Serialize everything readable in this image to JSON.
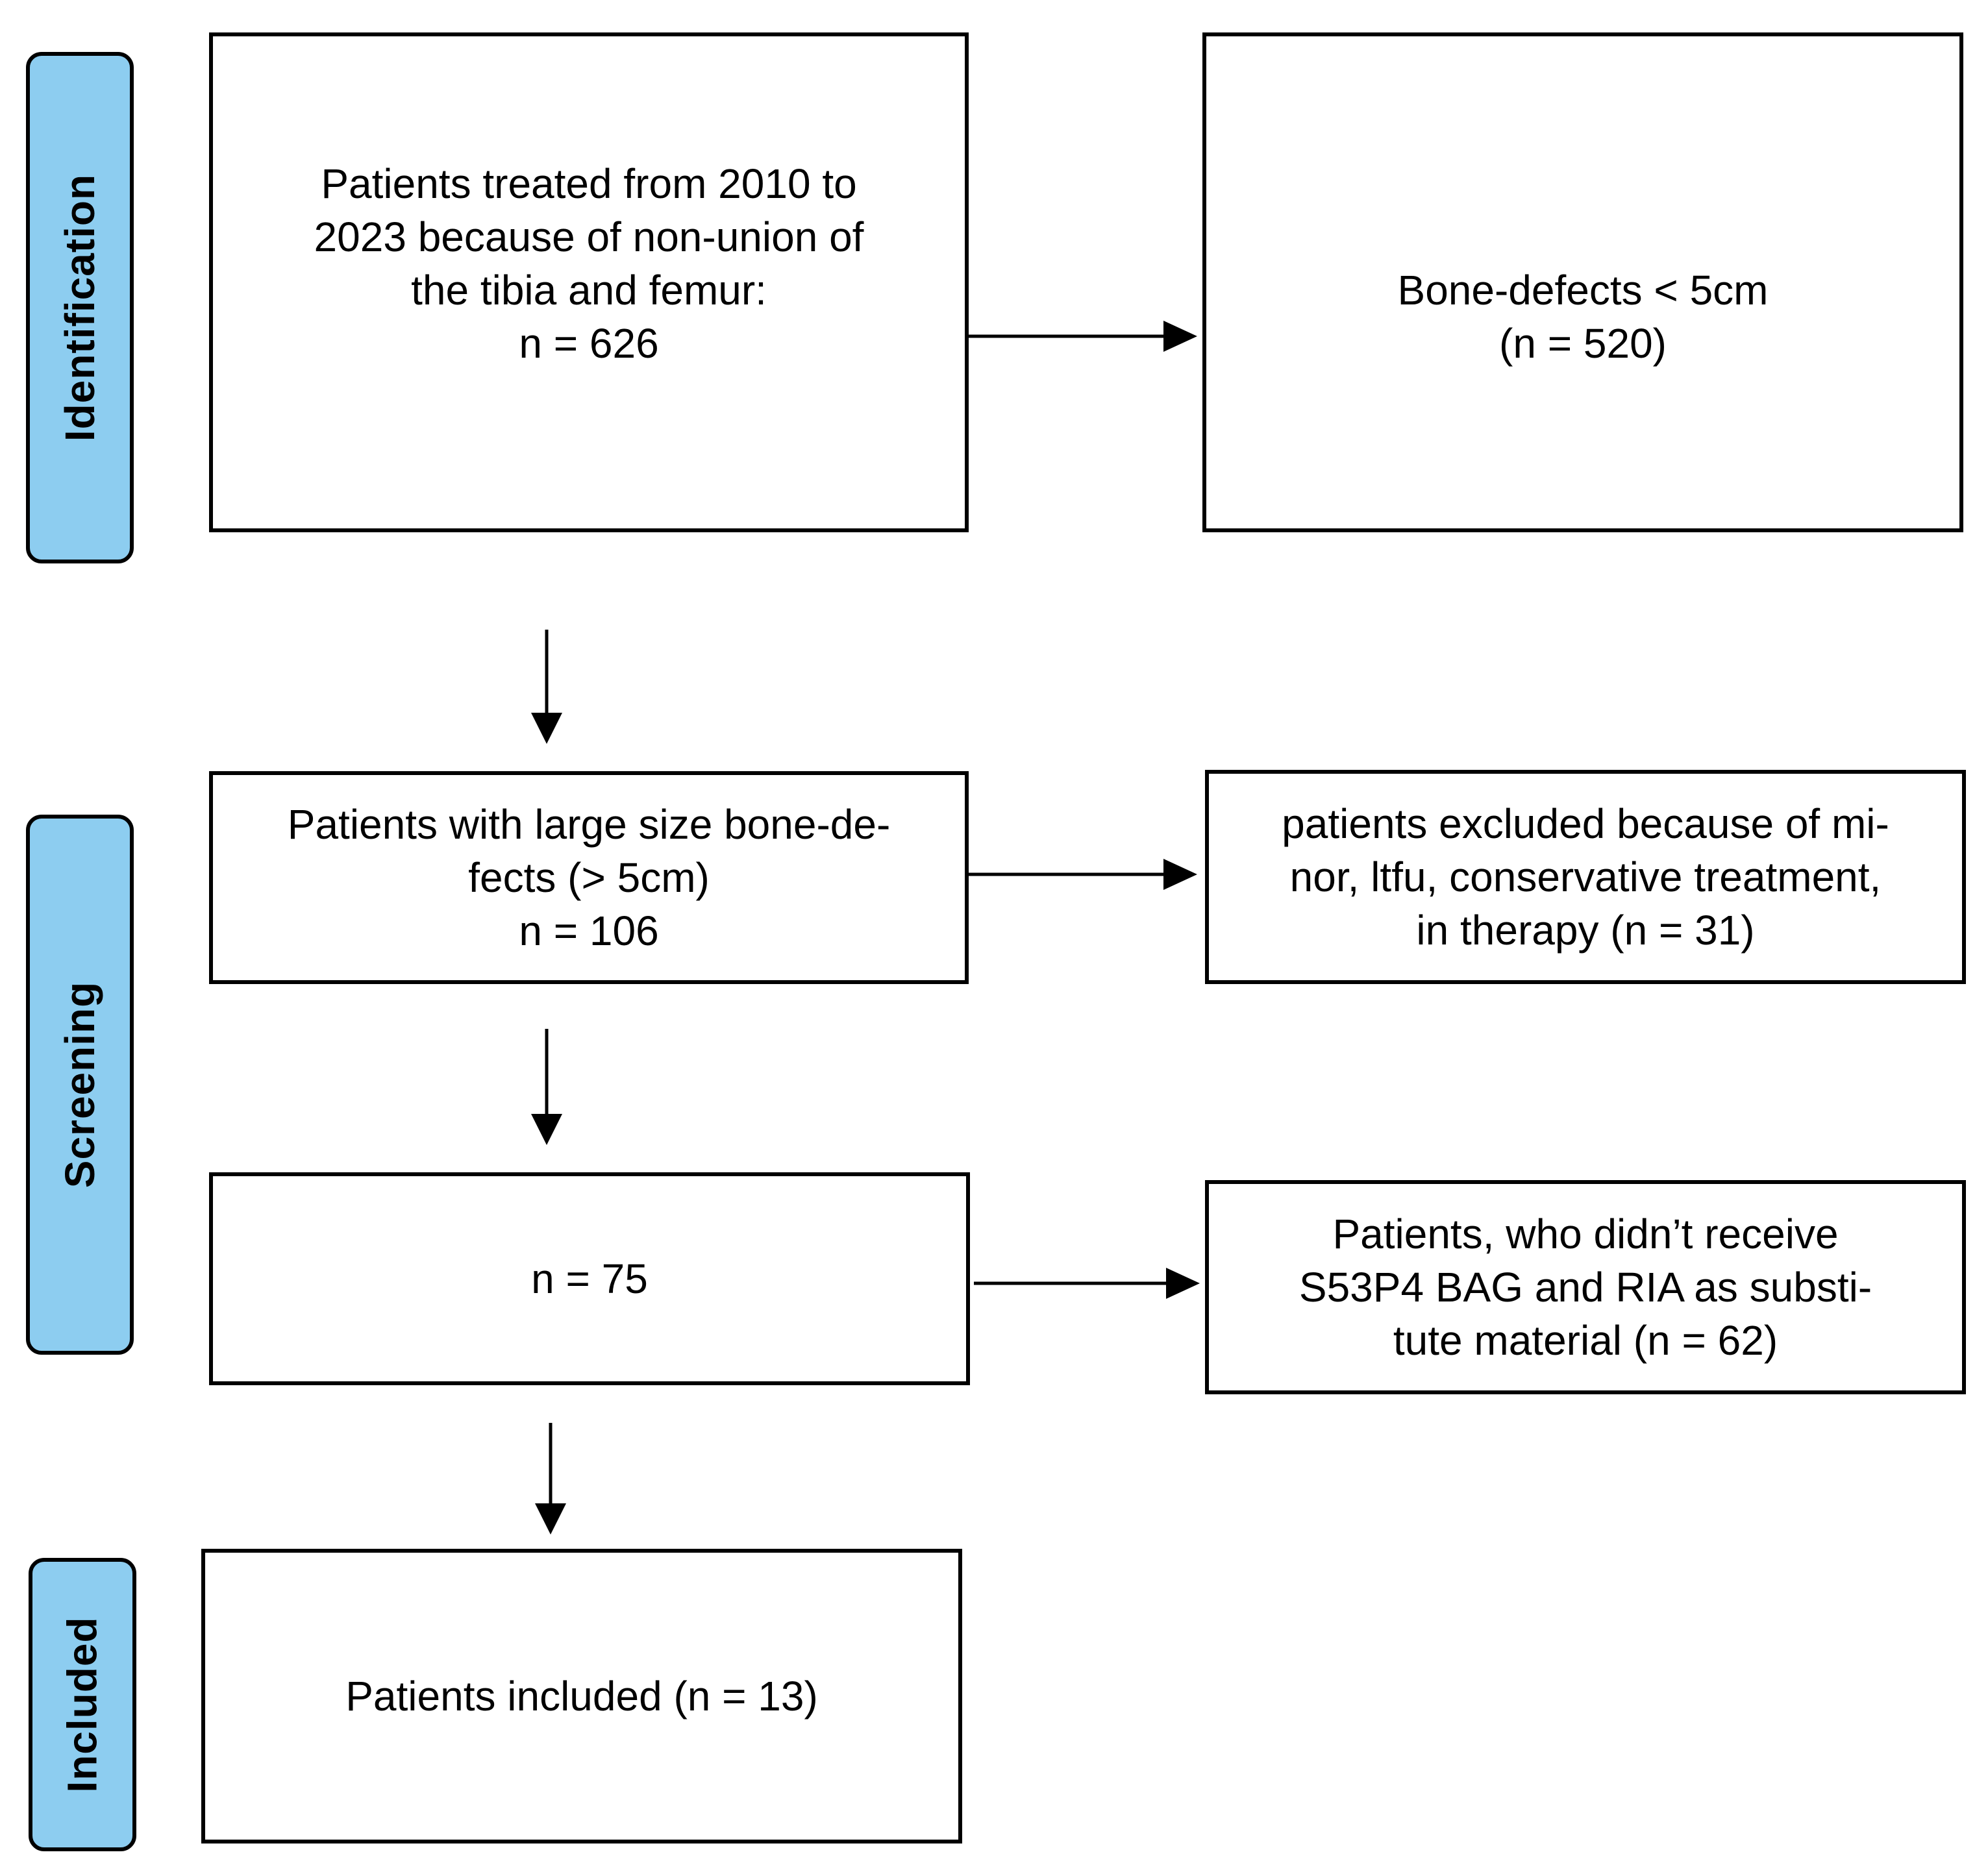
{
  "colors": {
    "stage_fill": "#8dcdf0",
    "border": "#000000",
    "background": "#ffffff"
  },
  "stages": [
    {
      "label": "Identification"
    },
    {
      "label": "Screening"
    },
    {
      "label": "Included"
    }
  ],
  "main_boxes": [
    {
      "text": "Patients treated from 2010 to\n2023 because of non-union of\nthe tibia and femur:\nn = 626"
    },
    {
      "text": "Patients with large size bone-de-\nfects (> 5cm)\nn = 106"
    },
    {
      "text": "n = 75"
    },
    {
      "text": "Patients included (n = 13)"
    }
  ],
  "exclusion_boxes": [
    {
      "text": "Bone-defects < 5cm\n(n = 520)"
    },
    {
      "text": "patients excluded because of mi-\nnor, ltfu, conservative treatment,\nin therapy (n = 31)"
    },
    {
      "text": "Patients, who didn’t receive\nS53P4 BAG and RIA as substi-\ntute material (n = 62)"
    }
  ]
}
